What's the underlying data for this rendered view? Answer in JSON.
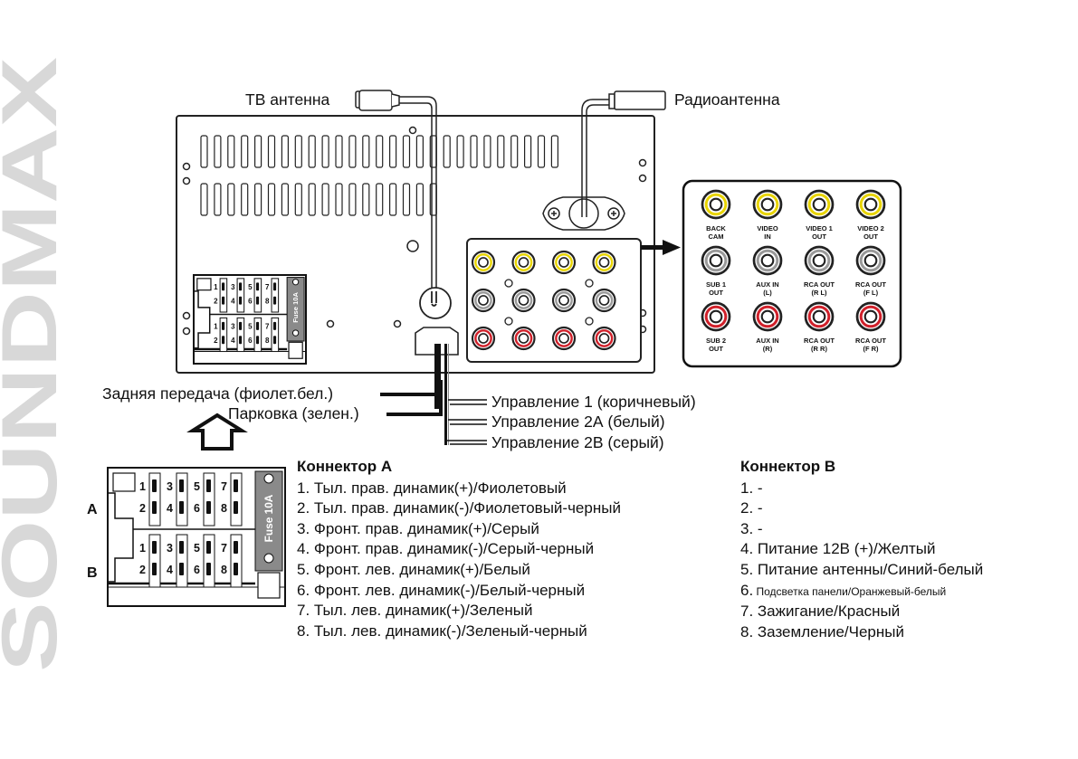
{
  "brand": {
    "text": "SOUNDMAX",
    "color": "#d8d8d8"
  },
  "antennas": {
    "tv": "ТВ антенна",
    "radio": "Радиоантенна"
  },
  "wires_left": [
    {
      "label": "Задняя передача (фиолет.бел.)"
    },
    {
      "label": "Парковка (зелен.)"
    }
  ],
  "wires_right": [
    {
      "label": "Управление 1 (коричневый)"
    },
    {
      "label": "Управление 2А (белый)"
    },
    {
      "label": "Управление 2В (серый)"
    }
  ],
  "iso_connector": {
    "row_labels": [
      "A",
      "B"
    ],
    "fuse_label": "Fuse 10A",
    "pins": [
      "1",
      "2",
      "3",
      "4",
      "5",
      "6",
      "7",
      "8"
    ]
  },
  "rca_panel": {
    "colors": {
      "yellow": "#e8d400",
      "white": "#ffffff",
      "red": "#d0202a",
      "ring": "#222222"
    },
    "jacks": [
      {
        "line1": "BACK",
        "line2": "CAM",
        "color": "yellow"
      },
      {
        "line1": "VIDEO",
        "line2": "IN",
        "color": "yellow"
      },
      {
        "line1": "VIDEO 1",
        "line2": "OUT",
        "color": "yellow"
      },
      {
        "line1": "VIDEO 2",
        "line2": "OUT",
        "color": "yellow"
      },
      {
        "line1": "SUB 1",
        "line2": "OUT",
        "color": "white"
      },
      {
        "line1": "AUX IN",
        "line2": "(L)",
        "color": "white"
      },
      {
        "line1": "RCA OUT",
        "line2": "(R L)",
        "color": "white"
      },
      {
        "line1": "RCA OUT",
        "line2": "(F L)",
        "color": "white"
      },
      {
        "line1": "SUB 2",
        "line2": "OUT",
        "color": "red"
      },
      {
        "line1": "AUX IN",
        "line2": "(R)",
        "color": "red"
      },
      {
        "line1": "RCA OUT",
        "line2": "(R R)",
        "color": "red"
      },
      {
        "line1": "RCA OUT",
        "line2": "(F R)",
        "color": "red"
      }
    ]
  },
  "connector_a": {
    "title": "Коннектор А",
    "items": [
      "1. Тыл. прав. динамик(+)/Фиолетовый",
      "2. Тыл. прав. динамик(-)/Фиолетовый-черный",
      "3. Фронт. прав. динамик(+)/Серый",
      "4. Фронт. прав. динамик(-)/Серый-черный",
      "5. Фронт. лев. динамик(+)/Белый",
      "6. Фронт. лев. динамик(-)/Белый-черный",
      "7. Тыл. лев. динамик(+)/Зеленый",
      "8. Тыл. лев. динамик(-)/Зеленый-черный"
    ]
  },
  "connector_b": {
    "title": "Коннектор В",
    "items": [
      {
        "num": "1.",
        "text": " -"
      },
      {
        "num": "2.",
        "text": " -"
      },
      {
        "num": "3.",
        "text": " -"
      },
      {
        "num": "4.",
        "text": " Питание 12В (+)/Желтый"
      },
      {
        "num": "5.",
        "text": " Питание антенны/Синий-белый"
      },
      {
        "num": "6.",
        "text": " Подсветка панели/Оранжевый-белый",
        "small": true
      },
      {
        "num": "7.",
        "text": " Зажигание/Красный"
      },
      {
        "num": "8.",
        "text": " Заземление/Черный"
      }
    ]
  }
}
